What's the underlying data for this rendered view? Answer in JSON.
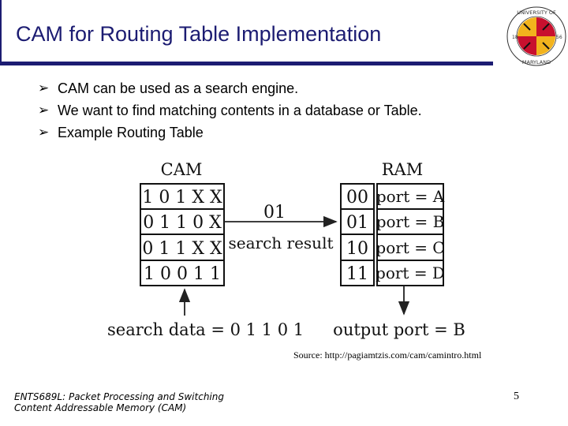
{
  "slide": {
    "title": "CAM for Routing Table Implementation",
    "bullets": [
      "CAM can be used as a search engine.",
      "We want to find matching contents in a database or Table.",
      "Example Routing Table"
    ]
  },
  "seal": {
    "text_top": "UNIVERSITY OF",
    "text_bottom": "MARYLAND",
    "year_left": "18",
    "year_right": "56"
  },
  "diagram": {
    "cam_label": "CAM",
    "ram_label": "RAM",
    "cam_rows": [
      "1 0 1 X X",
      "0 1 1 0 X",
      "0 1 1 X X",
      "1 0 0 1 1"
    ],
    "ram_addresses": [
      "00",
      "01",
      "10",
      "11"
    ],
    "ram_values": [
      "port = A",
      "port = B",
      "port = C",
      "port = D"
    ],
    "match_address": "01",
    "search_result_label": "search result",
    "search_data_label": "search data = 0 1 1 0 1",
    "output_label": "output port = B"
  },
  "source": "Source: http://pagiamtzis.com/cam/camintro.html",
  "footer": {
    "line1": "ENTS689L: Packet Processing and Switching",
    "line2": "Content Addressable Memory (CAM)"
  },
  "page_number": "5",
  "colors": {
    "title": "#1c1c72",
    "rule": "#1c1c72",
    "seal_red": "#c8102e",
    "seal_gold": "#f2b31d"
  }
}
